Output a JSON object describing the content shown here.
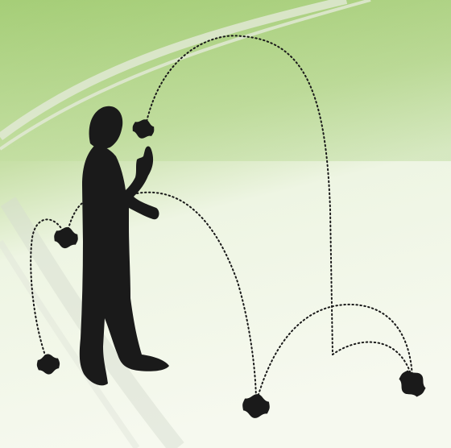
{
  "scene": {
    "kind": "illustration",
    "colors": {
      "background_top": "#9cc86a",
      "background_bottom": "#f6f9ef",
      "silhouette": "#1a1a1a",
      "juggling_item": "#1a1a1a",
      "trajectory": "#1a1a1a",
      "swoosh": "#d6dccf"
    },
    "juggling_items": [
      {
        "name": "item-in-hand"
      },
      {
        "name": "item-left-mid"
      },
      {
        "name": "item-left-low"
      },
      {
        "name": "item-center-bottom"
      },
      {
        "name": "item-right-bottom"
      }
    ]
  }
}
